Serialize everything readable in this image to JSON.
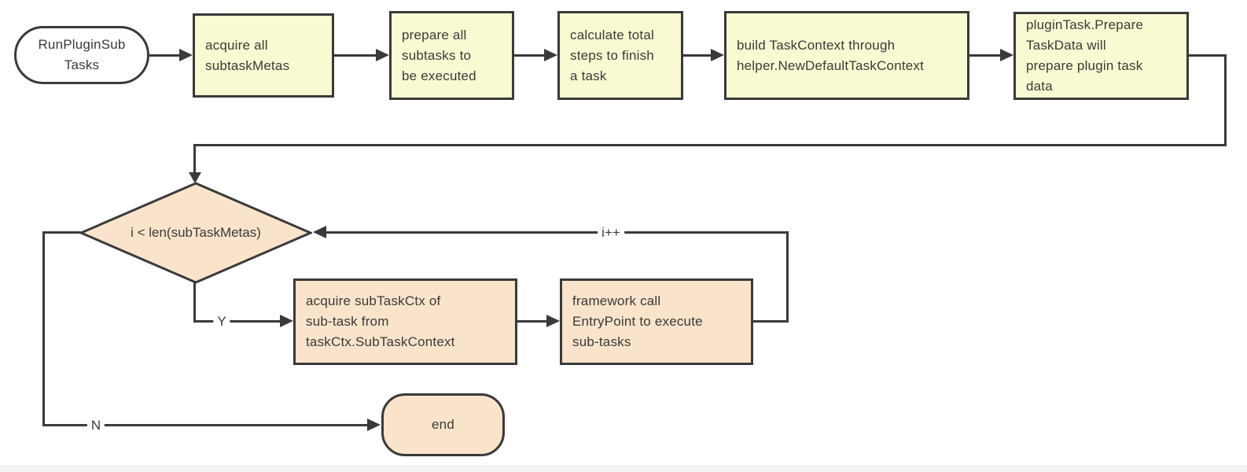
{
  "colors": {
    "process_fill": "#fafad2",
    "loop_fill": "#f9e3ca",
    "start_fill": "#ffffff",
    "stroke": "#3a3a3a",
    "text": "#3a3a3a",
    "footer_bg": "#f4f4f6",
    "footer_border": "#e8e8ea"
  },
  "nodes": {
    "start": {
      "label": "RunPluginSub\nTasks"
    },
    "acquire_metas": {
      "label": "acquire all\nsubtaskMetas"
    },
    "prepare_subtasks": {
      "label": "prepare all\nsubtasks to\nbe executed"
    },
    "calc_steps": {
      "label": "calculate total\nsteps to finish\na task"
    },
    "build_ctx": {
      "label": "build TaskContext through\nhelper.NewDefaultTaskContext"
    },
    "prepare_data": {
      "label": "pluginTask.Prepare\nTaskData will\nprepare plugin task\ndata"
    },
    "loop_cond": {
      "label": "i < len(subTaskMetas)"
    },
    "acquire_ctx": {
      "label": "acquire subTaskCtx of\nsub-task from\ntaskCtx.SubTaskContext"
    },
    "call_entry": {
      "label": "framework call\nEntryPoint to execute\nsub-tasks"
    },
    "end": {
      "label": "end"
    }
  },
  "edge_labels": {
    "yes": "Y",
    "no": "N",
    "increment": "i++"
  }
}
